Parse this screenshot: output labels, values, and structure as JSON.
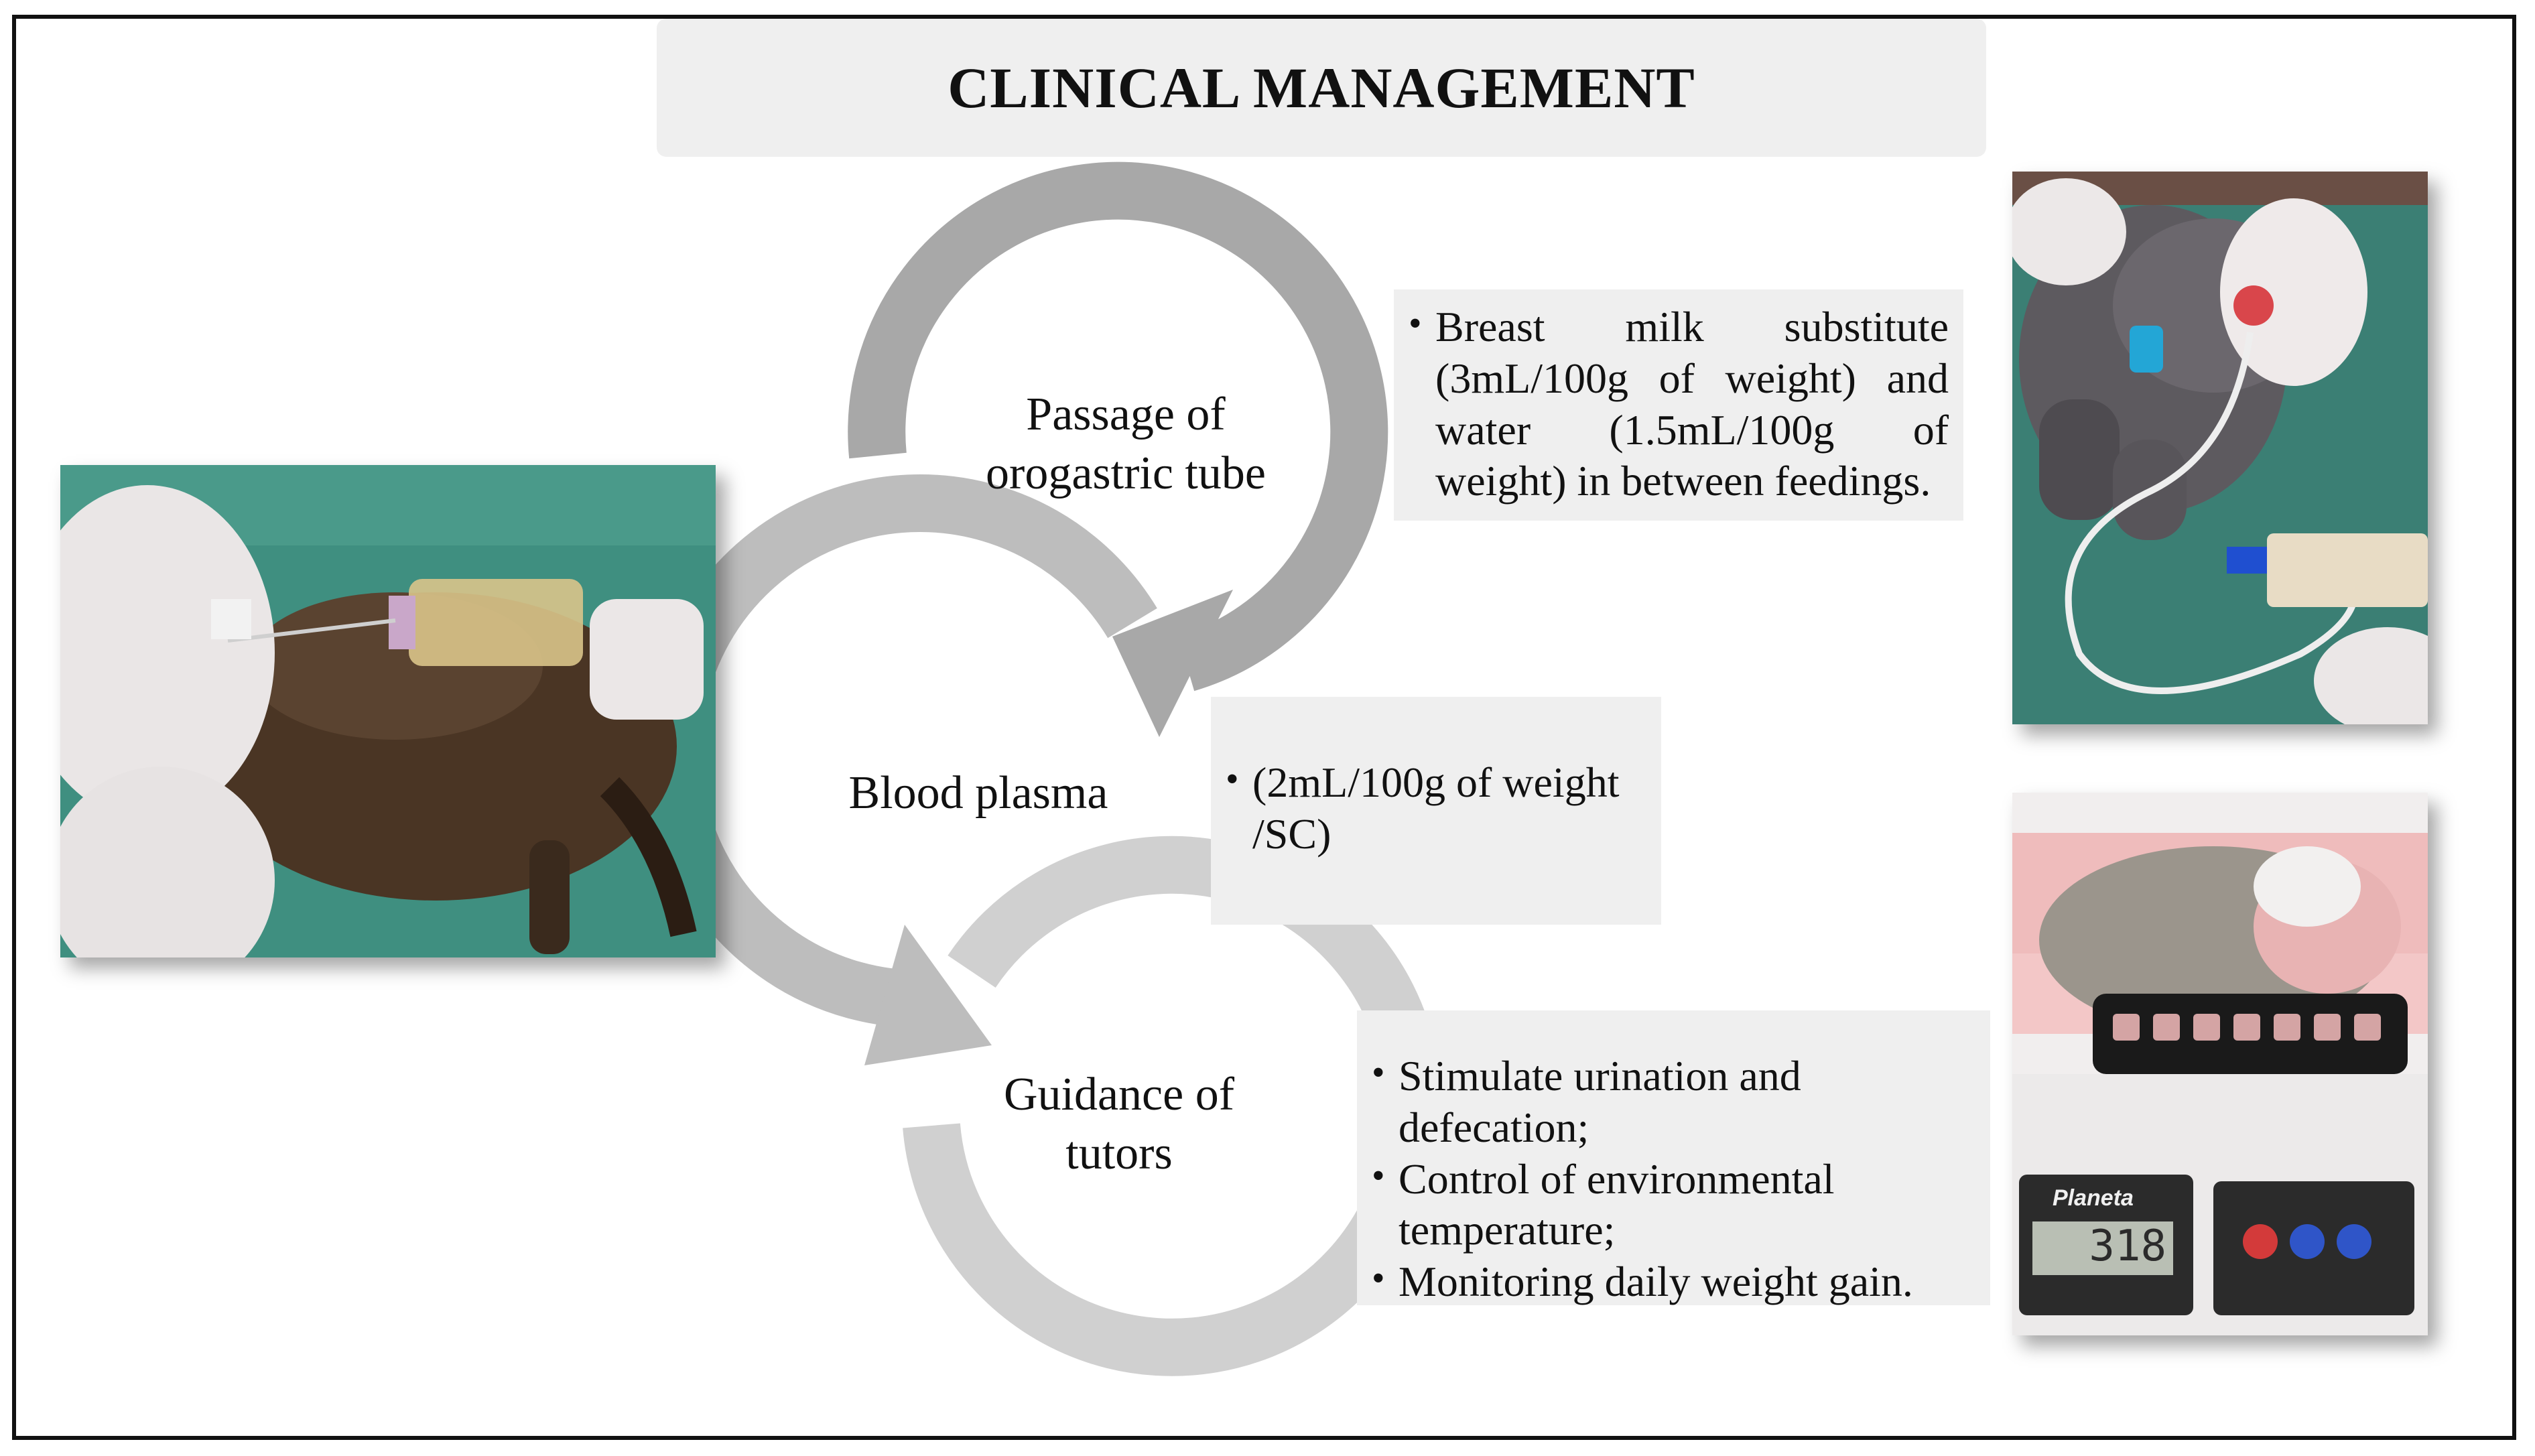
{
  "title": "CLINICAL MANAGEMENT",
  "cycle": {
    "steps": [
      {
        "label_line1": "Passage of",
        "label_line2": "orogastric tube"
      },
      {
        "label_line1": "Blood plasma",
        "label_line2": ""
      },
      {
        "label_line1": "Guidance of",
        "label_line2": "tutors"
      }
    ]
  },
  "info_boxes": {
    "orogastric": [
      "Breast milk substitute (3mL/100g of weight) and water (1.5mL/100g of weight) in between feedings."
    ],
    "plasma": [
      "(2mL/100g of weight /SC)"
    ],
    "tutors": [
      "Stimulate urination and defecation;",
      "Control of environmental temperature;",
      "Monitoring daily weight gain."
    ]
  },
  "photos": {
    "scale_brand": "Planeta",
    "scale_display": "318"
  },
  "colors": {
    "box_fill": "#efefef",
    "arrow_1": "#a8a8a8",
    "arrow_2": "#bdbdbd",
    "arrow_3": "#d0d0d0",
    "mat_green": "#3f8f80"
  }
}
